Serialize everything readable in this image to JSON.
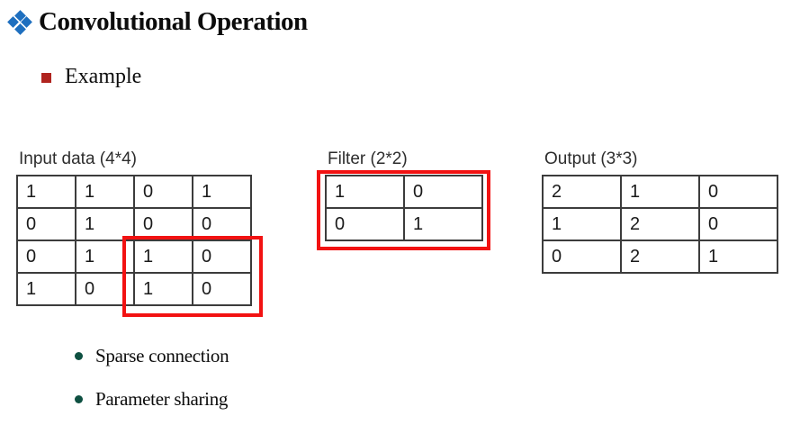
{
  "slide": {
    "title": "Convolutional Operation",
    "subtitle": "Example",
    "bullets": [
      "Sparse connection",
      "Parameter sharing"
    ]
  },
  "tables": {
    "input": {
      "label": "Input data (4*4)",
      "rows": [
        [
          "1",
          "1",
          "0",
          "1"
        ],
        [
          "0",
          "1",
          "0",
          "0"
        ],
        [
          "0",
          "1",
          "1",
          "0"
        ],
        [
          "1",
          "0",
          "1",
          "0"
        ]
      ]
    },
    "filter": {
      "label": "Filter (2*2)",
      "rows": [
        [
          "1",
          "0"
        ],
        [
          "0",
          "1"
        ]
      ]
    },
    "output": {
      "label": "Output (3*3)",
      "rows": [
        [
          "2",
          "1",
          "0"
        ],
        [
          "1",
          "2",
          "0"
        ],
        [
          "0",
          "2",
          "1"
        ]
      ]
    }
  },
  "highlights": {
    "input_region": "bottom-right 2x2 cells of input table",
    "filter_region": "entire filter table"
  },
  "icons": {
    "title_bullet": "four-diamond-cluster",
    "example_bullet": "square",
    "list_bullet": "circle"
  },
  "colors": {
    "title_bullet_blue": "#1e6fbf",
    "example_bullet_red": "#b0241f",
    "highlight_red": "#f21212",
    "bullet_green": "#0e5041",
    "table_border": "#3c3c3c",
    "text": "#111111"
  }
}
